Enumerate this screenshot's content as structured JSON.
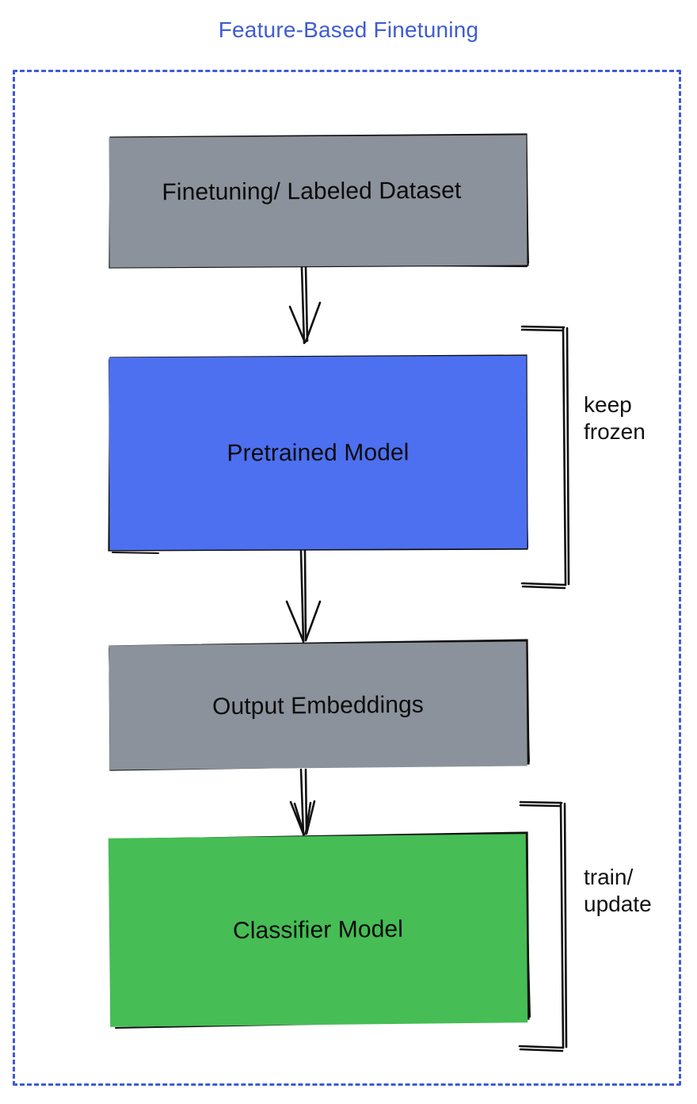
{
  "diagram": {
    "title": "Feature-Based Finetuning",
    "title_color": "#3f5cd0",
    "frame": {
      "style": "dashed",
      "color": "#3f5cd0"
    },
    "nodes": [
      {
        "id": "dataset",
        "label": "Finetuning/ Labeled Dataset",
        "fill": "#8b929b",
        "stroke": "#111111",
        "shape": "sketch-rectangle"
      },
      {
        "id": "pretrained",
        "label": "Pretrained Model",
        "fill": "#4d70f0",
        "stroke": "#111111",
        "shape": "sketch-rectangle"
      },
      {
        "id": "embeddings",
        "label": "Output Embeddings",
        "fill": "#8b929b",
        "stroke": "#111111",
        "shape": "sketch-rectangle"
      },
      {
        "id": "classifier",
        "label": "Classifier Model",
        "fill": "#46bd55",
        "stroke": "#111111",
        "shape": "sketch-rectangle"
      }
    ],
    "edges": [
      {
        "id": "dataset-to-pretrained",
        "from": "dataset",
        "to": "pretrained",
        "arrow": "down"
      },
      {
        "id": "pretrained-to-embeddings",
        "from": "pretrained",
        "to": "embeddings",
        "arrow": "down"
      },
      {
        "id": "embeddings-to-classifier",
        "from": "embeddings",
        "to": "classifier",
        "arrow": "down"
      }
    ],
    "annotations": [
      {
        "id": "keep-frozen",
        "text": "keep\nfrozen",
        "target": "pretrained",
        "bracket": "right"
      },
      {
        "id": "train-update",
        "text": "train/\nupdate",
        "target": "classifier",
        "bracket": "right"
      }
    ]
  }
}
